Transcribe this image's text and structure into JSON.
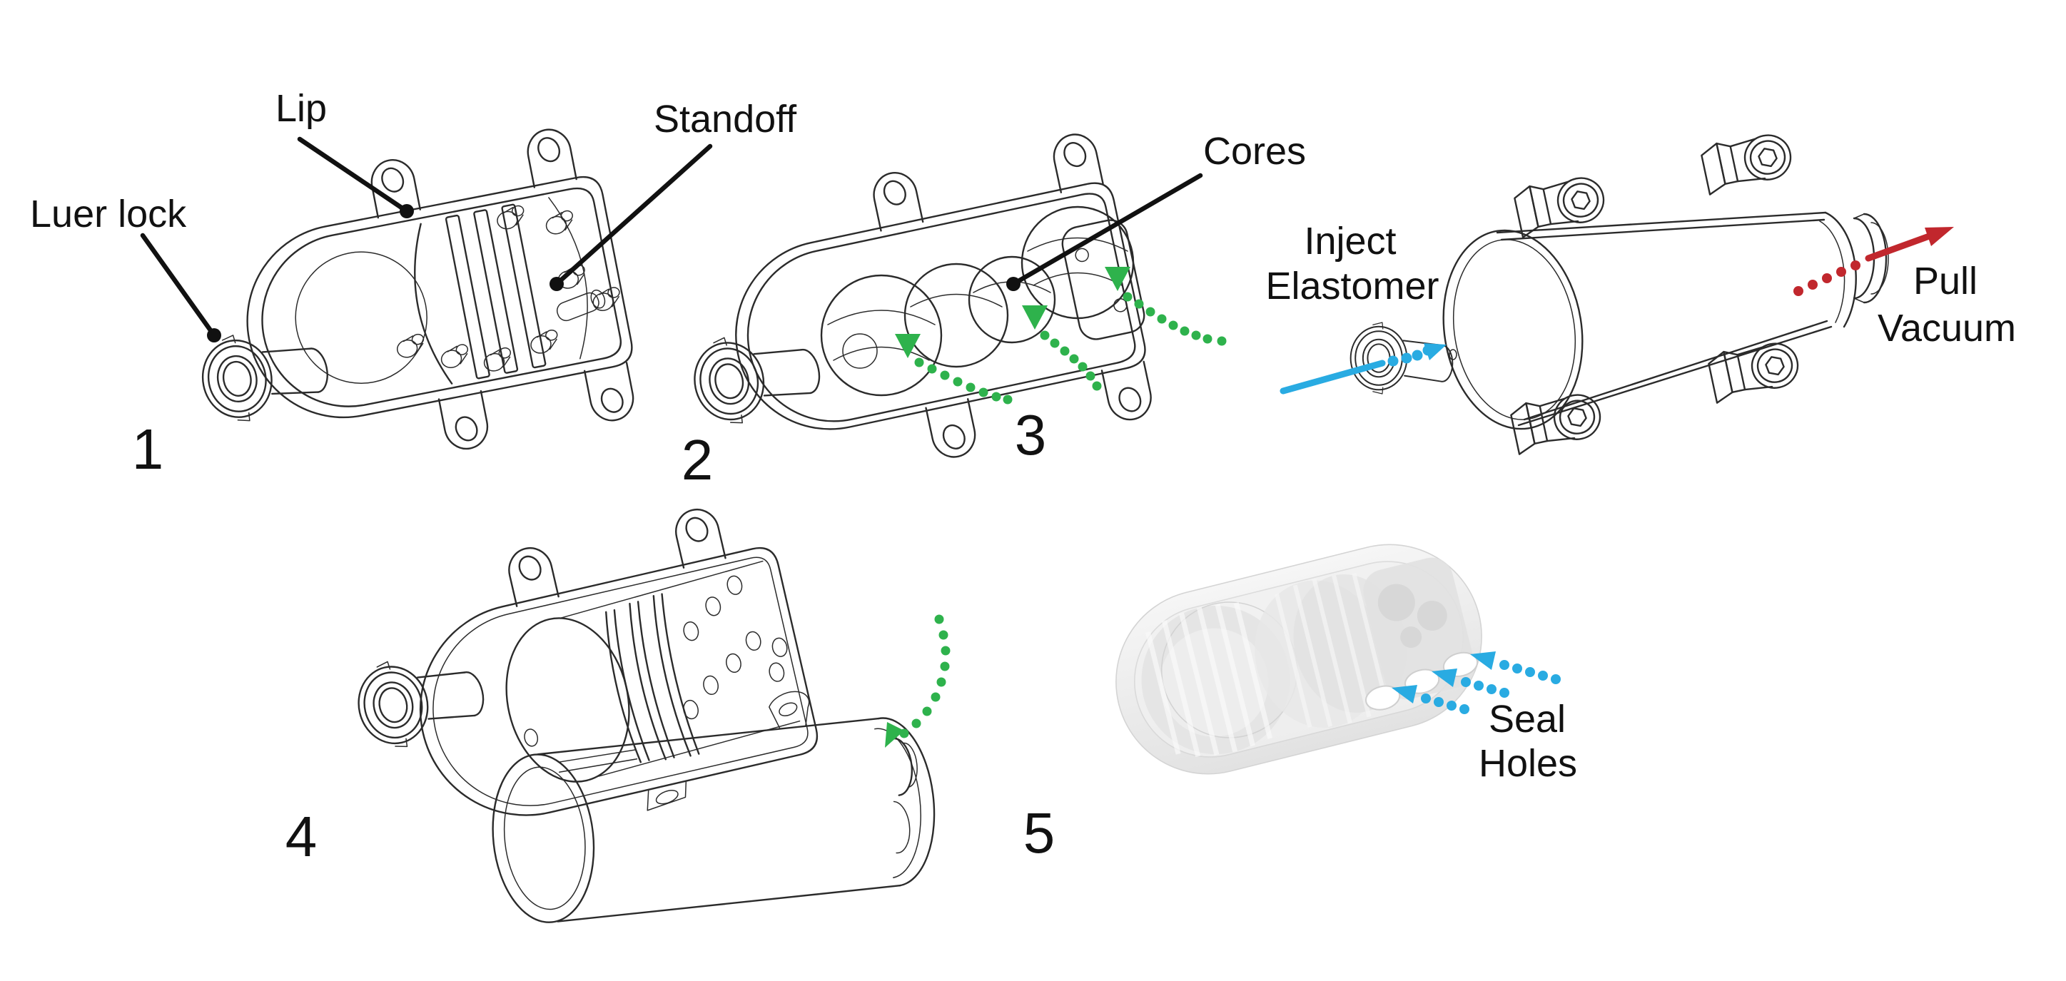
{
  "figure": {
    "type": "five-step mold fabrication process diagram",
    "background": "#ffffff"
  },
  "colors": {
    "line": "#2b2b2b",
    "text": "#111111",
    "green_insert_arrow": "#2eb24c",
    "blue_inject_arrow": "#29abe2",
    "red_vacuum_arrow": "#c1272d",
    "render_gray": "#e8e8e8"
  },
  "labels": {
    "luer_lock": "Luer lock",
    "lip": "Lip",
    "standoff": "Standoff",
    "cores": "Cores",
    "inject_line1": "Inject",
    "inject_line2": "Elastomer",
    "pull_line1": "Pull",
    "pull_line2": "Vacuum",
    "seal_line1": "Seal",
    "seal_line2": "Holes"
  },
  "steps": [
    {
      "number": "1",
      "labels": [
        "Luer lock",
        "Lip",
        "Standoff"
      ]
    },
    {
      "number": "2",
      "labels": [
        "Cores"
      ]
    },
    {
      "number": "3",
      "labels": [
        "Inject",
        "Elastomer",
        "Pull",
        "Vacuum"
      ]
    },
    {
      "number": "4",
      "labels": []
    },
    {
      "number": "5",
      "labels": [
        "Seal",
        "Holes"
      ]
    }
  ]
}
